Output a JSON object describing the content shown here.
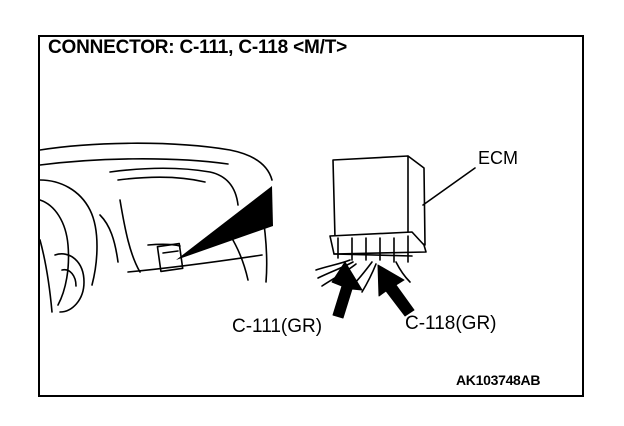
{
  "title": "CONNECTOR: C-111, C-118 <M/T>",
  "labels": {
    "ecm": "ECM",
    "c111": "C-111(GR)",
    "c118": "C-118(GR)"
  },
  "reference_code": "AK103748AB",
  "colors": {
    "line": "#000000",
    "background": "#ffffff"
  }
}
